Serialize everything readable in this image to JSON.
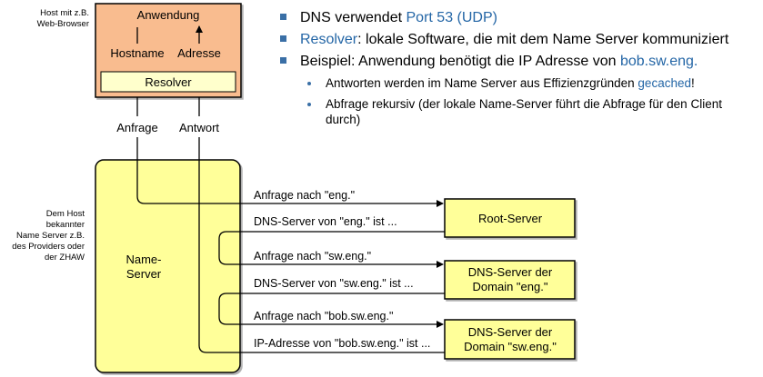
{
  "side_labels": {
    "host": [
      "Host mit z.B.",
      "Web-Browser"
    ],
    "nameserver": [
      "Dem Host",
      "bekannter",
      "Name Server z.B.",
      "des Providers oder",
      "der ZHAW"
    ]
  },
  "host_box": {
    "anwendung": "Anwendung",
    "hostname": "Hostname",
    "adresse": "Adresse",
    "resolver": "Resolver"
  },
  "links": {
    "anfrage": "Anfrage",
    "antwort": "Antwort"
  },
  "name_server": {
    "line1": "Name-",
    "line2": "Server"
  },
  "servers": {
    "root": "Root-Server",
    "eng": [
      "DNS-Server der",
      "Domain \"eng.\""
    ],
    "sweng": [
      "DNS-Server der",
      "Domain \"sw.eng.\""
    ]
  },
  "messages": [
    "Anfrage nach \"eng.\"",
    "DNS-Server von \"eng.\" ist ...",
    "Anfrage nach \"sw.eng.\"",
    "DNS-Server von \"sw.eng.\" ist ...",
    "Anfrage nach \"bob.sw.eng.\"",
    "IP-Adresse von \"bob.sw.eng.\" ist ..."
  ],
  "bullets": {
    "b1": {
      "pre": "DNS verwendet ",
      "hl": "Port 53 (UDP)"
    },
    "b2": {
      "hl": "Resolver",
      "post": ": lokale Software, die mit dem Name Server kommuniziert"
    },
    "b3": {
      "pre": "Beispiel: Anwendung benötigt die IP Adresse von ",
      "hl": "bob.sw.eng."
    },
    "s1": {
      "pre": "Antworten werden im Name Server aus Effizienzgründen ",
      "hl": "gecached",
      "post": "!"
    },
    "s2": {
      "text": "Abfrage rekursiv (der lokale Name-Server führt die Abfrage für den Client durch)"
    }
  },
  "colors": {
    "host_fill": "#f9bc8f",
    "resolver_fill": "#ffffcc",
    "server_fill": "#ffff99",
    "accent": "#2466a6"
  }
}
